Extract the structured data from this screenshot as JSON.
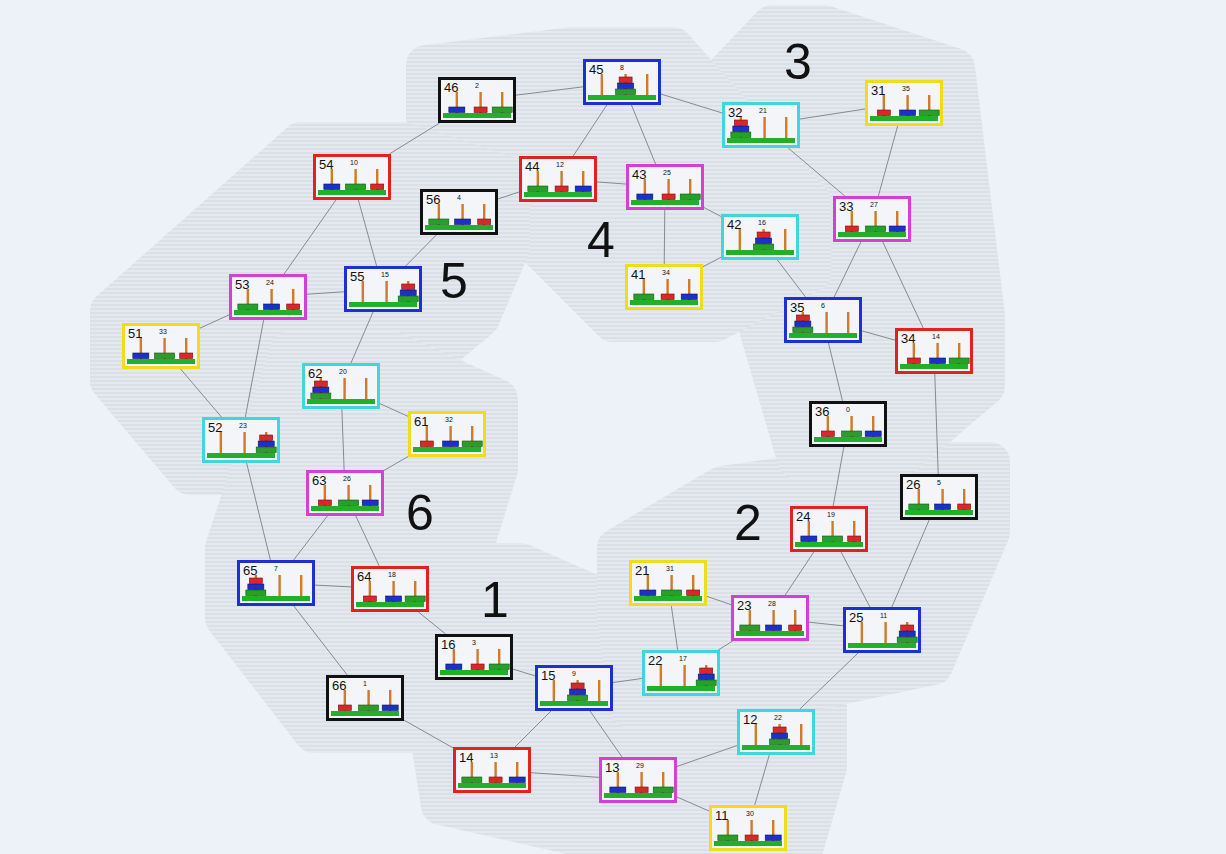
{
  "diagram": {
    "nodes": [
      {
        "text": [
          "1"
        ]
      },
      {
        "text": [
          "11",
          "30"
        ],
        "in": 0
      },
      {
        "text": [
          "12",
          "22"
        ],
        "in": 0
      },
      {
        "text": [
          "13",
          "29"
        ],
        "in": 0
      },
      {
        "text": [
          "14",
          "13"
        ],
        "in": 0
      },
      {
        "text": [
          "15",
          "9"
        ],
        "in": 0
      },
      {
        "text": [
          "16",
          "3"
        ],
        "in": 0
      },
      {
        "text": [
          "2"
        ]
      },
      {
        "text": [
          "21",
          "31"
        ],
        "in": 7
      },
      {
        "text": [
          "22",
          "17"
        ],
        "in": 7
      },
      {
        "text": [
          "23",
          "28"
        ],
        "in": 7
      },
      {
        "text": [
          "24",
          "19"
        ],
        "in": 7
      },
      {
        "text": [
          "25",
          "11"
        ],
        "in": 7
      },
      {
        "text": [
          "26",
          "5"
        ],
        "in": 7
      },
      {
        "text": [
          "3"
        ]
      },
      {
        "text": [
          "31",
          "35"
        ],
        "in": 14
      },
      {
        "text": [
          "32",
          "21"
        ],
        "in": 14
      },
      {
        "text": [
          "33",
          "27"
        ],
        "in": 14
      },
      {
        "text": [
          "34",
          "14"
        ],
        "in": 14
      },
      {
        "text": [
          "35",
          "6"
        ],
        "in": 14
      },
      {
        "text": [
          "36",
          "0"
        ],
        "in": 14
      },
      {
        "text": [
          "4"
        ]
      },
      {
        "text": [
          "41",
          "34"
        ],
        "in": 21
      },
      {
        "text": [
          "42",
          "16"
        ],
        "in": 21
      },
      {
        "text": [
          "43",
          "25"
        ],
        "in": 21
      },
      {
        "text": [
          "44",
          "12"
        ],
        "in": 21
      },
      {
        "text": [
          "45",
          "8"
        ],
        "in": 21
      },
      {
        "text": [
          "46",
          "2"
        ],
        "in": 21
      },
      {
        "text": [
          "5"
        ]
      },
      {
        "text": [
          "51",
          "33"
        ],
        "in": 28
      },
      {
        "text": [
          "52",
          "23"
        ],
        "in": 28
      },
      {
        "text": [
          "53",
          "24"
        ],
        "in": 28
      },
      {
        "text": [
          "54",
          "10"
        ],
        "in": 28
      },
      {
        "text": [
          "55",
          "15"
        ],
        "in": 28
      },
      {
        "text": [
          "56",
          "4"
        ],
        "in": 28
      },
      {
        "text": [
          "6"
        ]
      },
      {
        "text": [
          "61",
          "32"
        ],
        "in": 35
      },
      {
        "text": [
          "62",
          "20"
        ],
        "in": 35
      },
      {
        "text": [
          "63",
          "26"
        ],
        "in": 35
      },
      {
        "text": [
          "64",
          "18"
        ],
        "in": 35
      },
      {
        "text": [
          "65",
          "7"
        ],
        "in": 35
      },
      {
        "text": [
          "66",
          "1"
        ],
        "in": 35
      }
    ],
    "edges": [
      {
        "from": 1,
        "to": 2,
        "arrow": "none"
      },
      {
        "from": 1,
        "to": 3,
        "arrow": "none"
      },
      {
        "from": 2,
        "to": 3,
        "arrow": "none"
      },
      {
        "from": 3,
        "to": 4,
        "arrow": "none"
      },
      {
        "from": 3,
        "to": 5,
        "arrow": "none"
      },
      {
        "from": 4,
        "to": 5,
        "arrow": "none"
      },
      {
        "from": 5,
        "to": 6,
        "arrow": "none"
      },
      {
        "from": 5,
        "to": 9,
        "arrow": "none"
      },
      {
        "from": 2,
        "to": 12,
        "arrow": "none"
      },
      {
        "from": 4,
        "to": 41,
        "arrow": "none"
      },
      {
        "from": 6,
        "to": 39,
        "arrow": "none"
      },
      {
        "from": 8,
        "to": 9,
        "arrow": "none"
      },
      {
        "from": 8,
        "to": 10,
        "arrow": "none"
      },
      {
        "from": 9,
        "to": 10,
        "arrow": "none"
      },
      {
        "from": 10,
        "to": 11,
        "arrow": "none"
      },
      {
        "from": 10,
        "to": 12,
        "arrow": "none"
      },
      {
        "from": 11,
        "to": 12,
        "arrow": "none"
      },
      {
        "from": 12,
        "to": 13,
        "arrow": "none"
      },
      {
        "from": 11,
        "to": 20,
        "arrow": "none"
      },
      {
        "from": 13,
        "to": 18,
        "arrow": "none"
      },
      {
        "from": 15,
        "to": 16,
        "arrow": "none"
      },
      {
        "from": 15,
        "to": 17,
        "arrow": "none"
      },
      {
        "from": 16,
        "to": 17,
        "arrow": "none"
      },
      {
        "from": 17,
        "to": 18,
        "arrow": "none"
      },
      {
        "from": 17,
        "to": 19,
        "arrow": "none"
      },
      {
        "from": 18,
        "to": 19,
        "arrow": "none"
      },
      {
        "from": 19,
        "to": 20,
        "arrow": "none"
      },
      {
        "from": 16,
        "to": 26,
        "arrow": "none"
      },
      {
        "from": 19,
        "to": 23,
        "arrow": "none"
      },
      {
        "from": 22,
        "to": 23,
        "arrow": "none"
      },
      {
        "from": 22,
        "to": 24,
        "arrow": "none"
      },
      {
        "from": 23,
        "to": 24,
        "arrow": "none"
      },
      {
        "from": 24,
        "to": 25,
        "arrow": "none"
      },
      {
        "from": 24,
        "to": 26,
        "arrow": "none"
      },
      {
        "from": 25,
        "to": 26,
        "arrow": "none"
      },
      {
        "from": 26,
        "to": 27,
        "arrow": "none"
      },
      {
        "from": 25,
        "to": 34,
        "arrow": "none"
      },
      {
        "from": 29,
        "to": 30,
        "arrow": "none"
      },
      {
        "from": 29,
        "to": 31,
        "arrow": "none"
      },
      {
        "from": 30,
        "to": 31,
        "arrow": "none"
      },
      {
        "from": 31,
        "to": 32,
        "arrow": "none"
      },
      {
        "from": 31,
        "to": 33,
        "arrow": "none"
      },
      {
        "from": 32,
        "to": 33,
        "arrow": "none"
      },
      {
        "from": 33,
        "to": 34,
        "arrow": "none"
      },
      {
        "from": 32,
        "to": 27,
        "arrow": "none"
      },
      {
        "from": 33,
        "to": 37,
        "arrow": "none"
      },
      {
        "from": 30,
        "to": 40,
        "arrow": "none"
      },
      {
        "from": 36,
        "to": 37,
        "arrow": "none"
      },
      {
        "from": 36,
        "to": 38,
        "arrow": "none"
      },
      {
        "from": 37,
        "to": 38,
        "arrow": "none"
      },
      {
        "from": 38,
        "to": 39,
        "arrow": "none"
      },
      {
        "from": 38,
        "to": 40,
        "arrow": "none"
      },
      {
        "from": 39,
        "to": 40,
        "arrow": "none"
      },
      {
        "from": 40,
        "to": 41,
        "arrow": "none"
      }
    ]
  }
}
